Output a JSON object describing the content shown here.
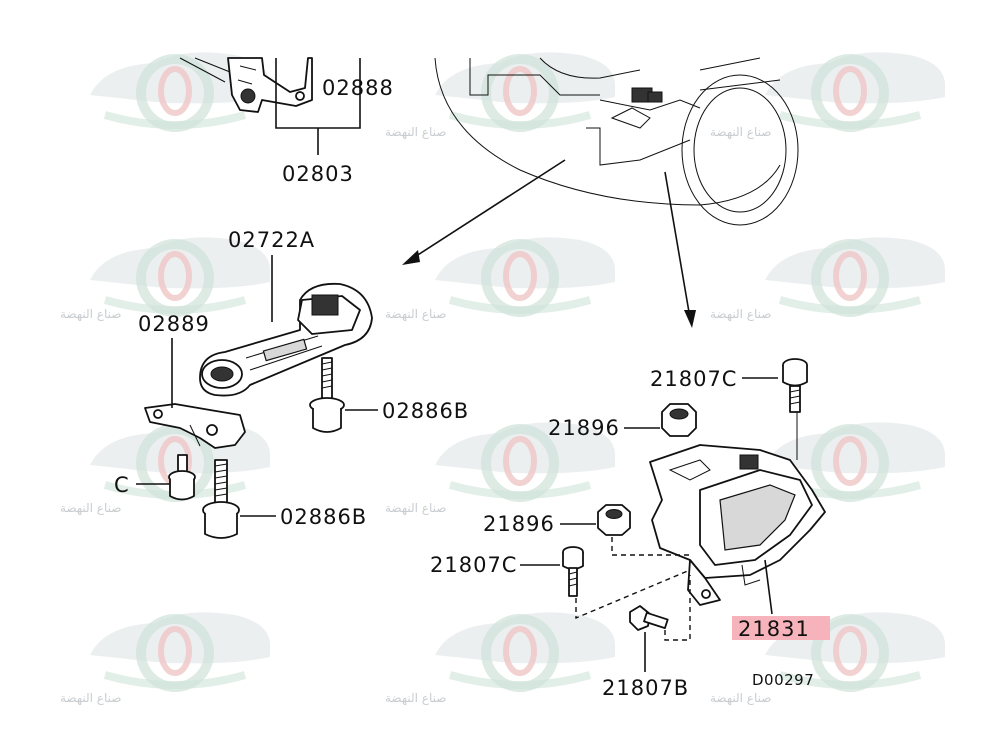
{
  "labels": {
    "p02888": "02888",
    "p02803": "02803",
    "p02722A": "02722A",
    "p02889": "02889",
    "p02886B_a": "02886B",
    "pC": "C",
    "p02886B_b": "02886B",
    "p21807C_a": "21807C",
    "p21896_a": "21896",
    "p21896_b": "21896",
    "p21807C_b": "21807C",
    "p21831": "21831",
    "p21807B": "21807B"
  },
  "diagram_code": "D00297",
  "watermark_text": "صناع النهضة",
  "colors": {
    "highlight": "#f6b3bb",
    "line": "#111111",
    "watermark_gray": "#c9cdd0",
    "watermark_green": "#cfe3d8",
    "watermark_red": "#efc6c6"
  }
}
